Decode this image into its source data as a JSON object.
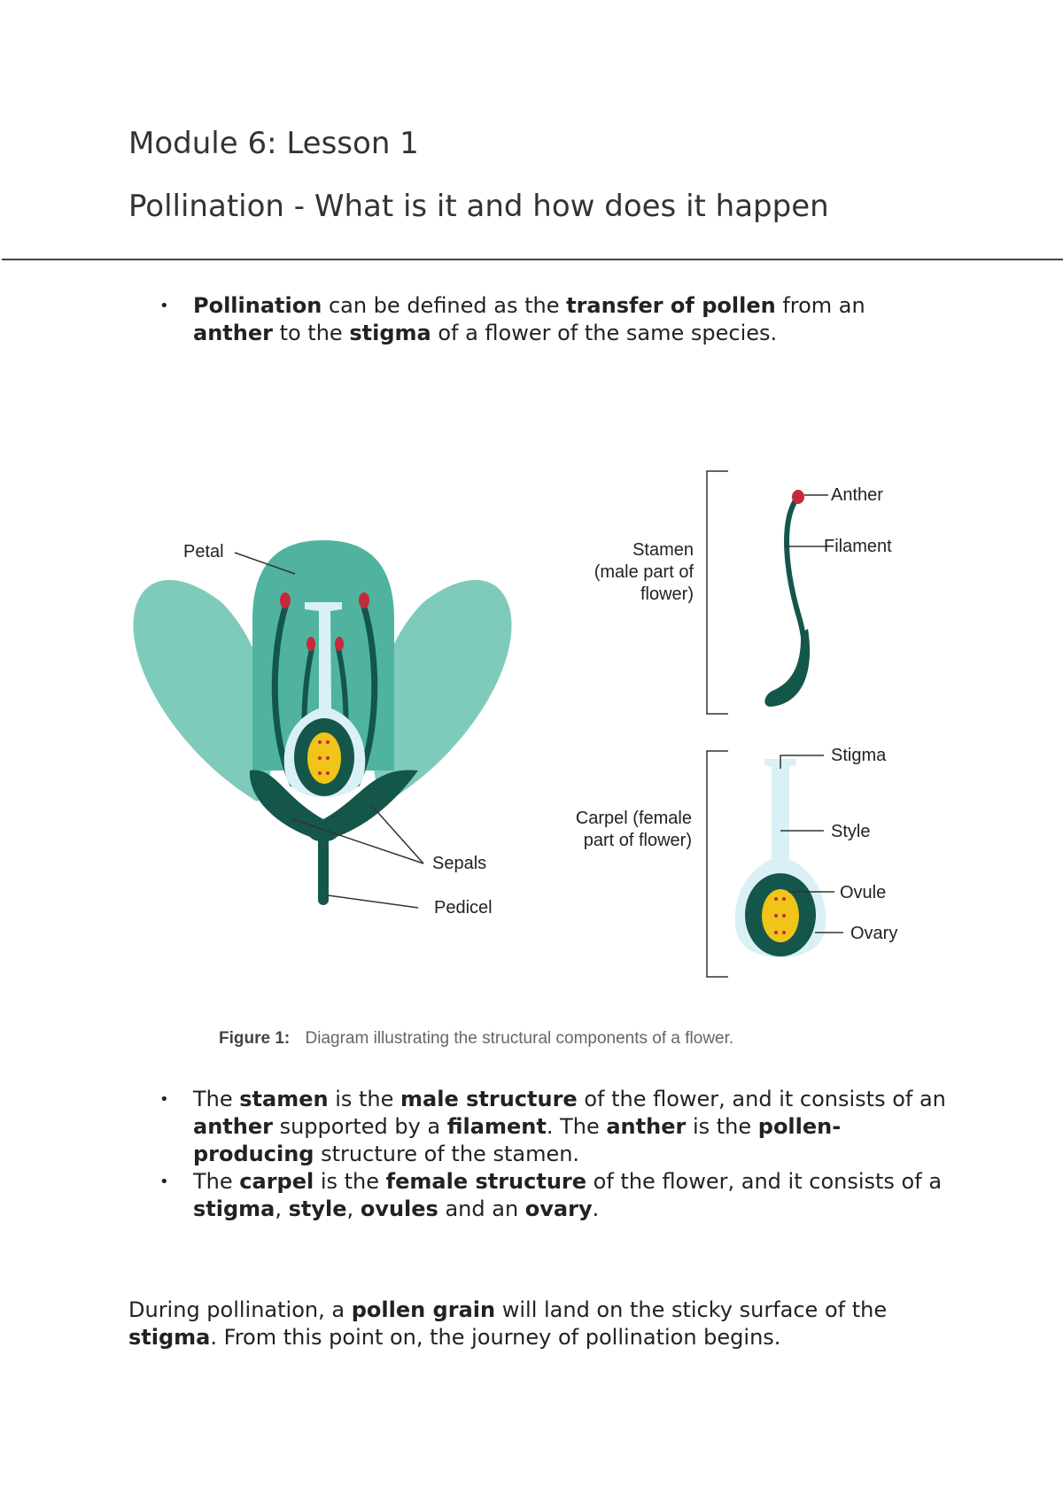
{
  "heading": {
    "module": "Module 6: Lesson 1",
    "title": "Pollination - What is it and how does it happen"
  },
  "bullet1": {
    "t1": "Pollination",
    "t2": " can be defined as the ",
    "t3": "transfer of pollen",
    "t4": " from an ",
    "t5": "anther",
    "t6": " to the ",
    "t7": "stigma",
    "t8": " of a flower of the same species."
  },
  "figure": {
    "labels": {
      "petal": "Petal",
      "sepals": "Sepals",
      "pedicel": "Pedicel",
      "stamen_1": "Stamen",
      "stamen_2": "(male part of",
      "stamen_3": "flower)",
      "anther": "Anther",
      "filament": "Filament",
      "carpel_1": "Carpel (female",
      "carpel_2": "part of flower)",
      "stigma": "Stigma",
      "style": "Style",
      "ovule": "Ovule",
      "ovary": "Ovary"
    },
    "caption_label": "Figure 1:",
    "caption_text": "Diagram illustrating the structural components of a flower."
  },
  "bullet2": {
    "t1": "The ",
    "t2": "stamen",
    "t3": " is the ",
    "t4": "male structure",
    "t5": " of the flower, and it consists of an ",
    "t6": "anther",
    "t7": " supported by a ",
    "t8": "filament",
    "t9": ". The ",
    "t10": "anther",
    "t11": " is the ",
    "t12": "pollen-producing",
    "t13": " structure of the stamen."
  },
  "bullet3": {
    "t1": "The ",
    "t2": "carpel",
    "t3": " is the ",
    "t4": "female structure",
    "t5": " of the flower, and it consists of a ",
    "t6": "stigma",
    "t7": ", ",
    "t8": "style",
    "t9": ", ",
    "t10": "ovules",
    "t11": " and an ",
    "t12": "ovary",
    "t13": "."
  },
  "paragraph": {
    "t1": "During pollination, a ",
    "t2": "pollen grain",
    "t3": " will land on the sticky surface of the ",
    "t4": "stigma",
    "t5": ". From this point on, the journey of pollination begins."
  },
  "bullet_glyph": "•",
  "colors": {
    "petal_light": "#7fcbbb",
    "petal_mid": "#4fb3a0",
    "dark_green": "#14564a",
    "pale_blue": "#daf0f7",
    "ovule_yellow": "#f0c419",
    "anther_red": "#c8283c"
  }
}
